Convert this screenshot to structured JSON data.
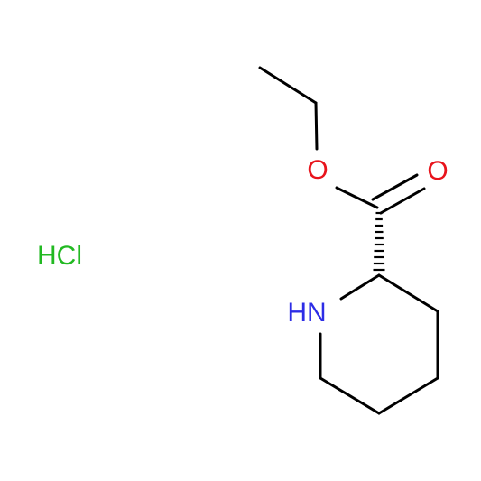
{
  "molecule": {
    "salt_label": "HCl",
    "atoms": {
      "nitrogen": "HN",
      "oxygen_ester": "O",
      "oxygen_carbonyl": "O"
    }
  },
  "colors": {
    "bond": "#000000",
    "nitrogen": "#2D2DE6",
    "oxygen": "#E8141C",
    "chlorine_salt": "#22B922"
  }
}
